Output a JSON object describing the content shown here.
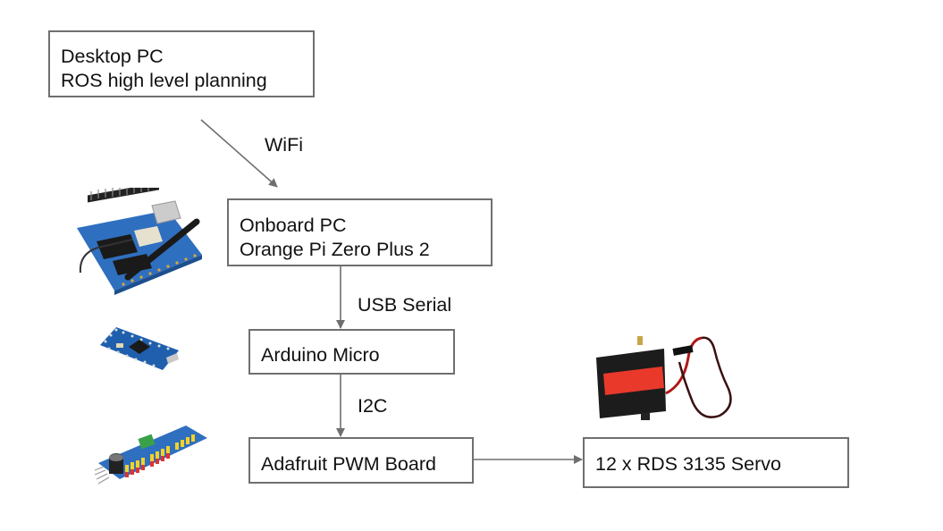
{
  "nodes": {
    "desktop_pc": {
      "line1": "Desktop PC",
      "line2": "ROS high level planning"
    },
    "onboard_pc": {
      "line1": "Onboard PC",
      "line2": "Orange Pi Zero Plus 2"
    },
    "arduino": {
      "line1": "Arduino Micro"
    },
    "pwm_board": {
      "line1": "Adafruit PWM Board"
    },
    "servo": {
      "line1": "12 x RDS 3135 Servo"
    }
  },
  "edges": {
    "wifi": "WiFi",
    "usb_serial": "USB Serial",
    "i2c": "I2C"
  },
  "photos": {
    "orange_pi": "orange-pi-board-photo",
    "arduino": "arduino-micro-photo",
    "pwm": "pwm-board-photo",
    "servo": "servo-photo"
  },
  "colors": {
    "line": "#6f6f6f",
    "board_blue": "#1f5fae",
    "servo_red": "#e8392b"
  }
}
